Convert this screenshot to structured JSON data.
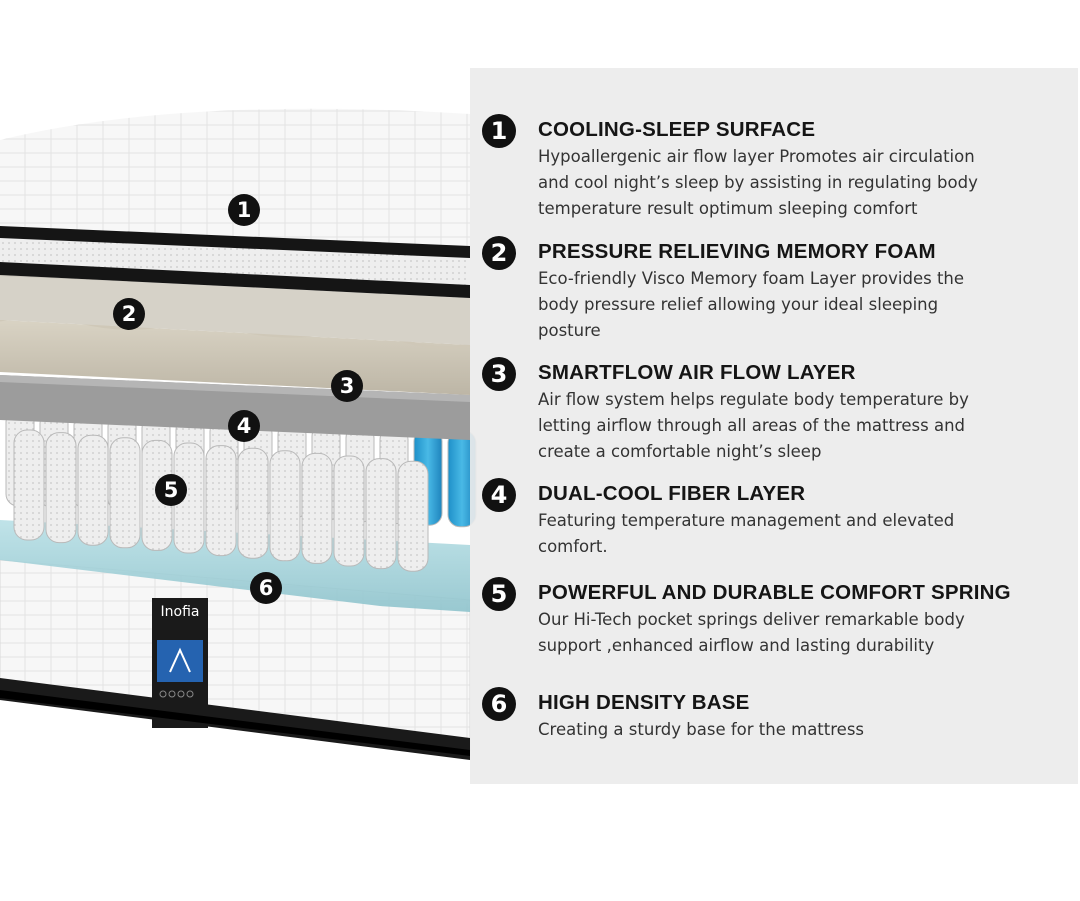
{
  "brand": {
    "logo_text": "Inofia"
  },
  "layer_markers": [
    "1",
    "2",
    "3",
    "4",
    "5",
    "6"
  ],
  "features": [
    {
      "number": "1",
      "title": "COOLING-SLEEP SURFACE",
      "description": "Hypoallergenic air flow layer Promotes air circulation and cool night’s sleep by assisting in regulating body temperature result optimum sleeping comfort"
    },
    {
      "number": "2",
      "title": "PRESSURE RELIEVING MEMORY FOAM",
      "description": "Eco-friendly Visco Memory foam Layer provides the body pressure relief allowing your ideal sleeping posture"
    },
    {
      "number": "3",
      "title": "SMARTFLOW AIR FLOW LAYER",
      "description": "Air flow system helps regulate body temperature by letting airflow through all areas of the mattress and create a comfortable night’s sleep"
    },
    {
      "number": "4",
      "title": "DUAL-COOL FIBER LAYER",
      "description": "Featuring temperature management and elevated comfort."
    },
    {
      "number": "5",
      "title": "POWERFUL AND DURABLE COMFORT SPRING",
      "description": "Our Hi-Tech pocket springs deliver remarkable body support ,enhanced airflow and lasting durability"
    },
    {
      "number": "6",
      "title": "HIGH DENSITY BASE",
      "description": "Creating a sturdy base for the mattress"
    }
  ],
  "colors": {
    "panel": "#ececec",
    "badge": "#111111",
    "spring_accent": "#2aa4d8",
    "foam": "#e7e0d2",
    "base": "#9fd0d8"
  }
}
